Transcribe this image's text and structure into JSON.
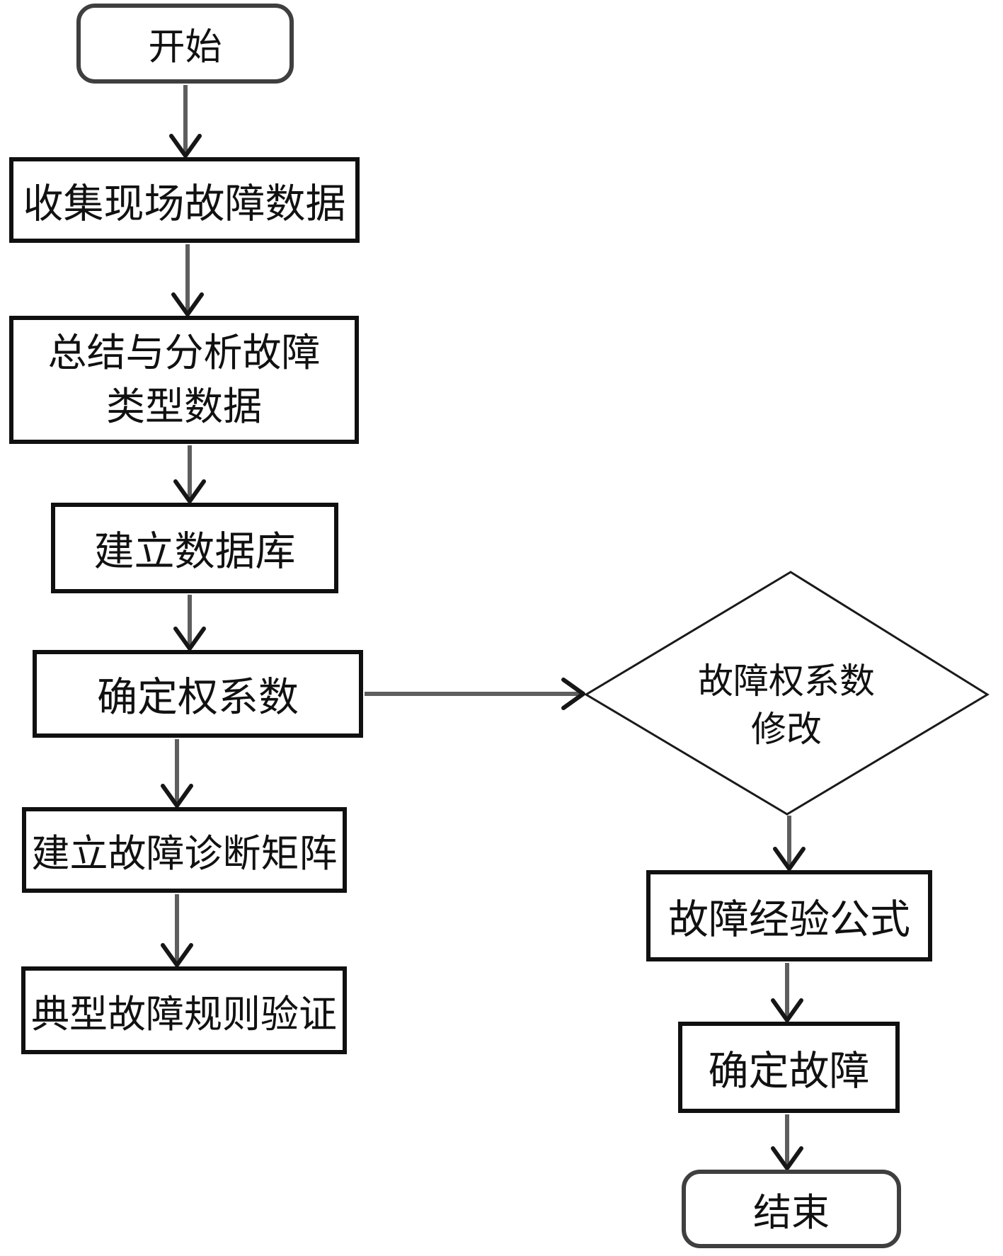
{
  "colors": {
    "bg": "#ffffff",
    "text": "#111111",
    "box-border": "#101010",
    "terminator-border": "#3f3f3f",
    "diamond-border": "#1a1a1a",
    "arrow-shaft": "#5e5e5e",
    "arrow-head": "#161616"
  },
  "nodes": {
    "start": {
      "label": "开始",
      "type": "terminator"
    },
    "collect": {
      "label": "收集现场故障数据",
      "type": "process"
    },
    "summarize": {
      "line1": "总结与分析故障",
      "line2": "类型数据",
      "type": "process"
    },
    "database": {
      "label": "建立数据库",
      "type": "process"
    },
    "weights": {
      "label": "确定权系数",
      "type": "process"
    },
    "matrix": {
      "label": "建立故障诊断矩阵",
      "type": "process"
    },
    "verify": {
      "label": "典型故障规则验证",
      "type": "process"
    },
    "decision": {
      "line1": "故障权系数",
      "line2": "修改",
      "type": "decision"
    },
    "formula": {
      "label": "故障经验公式",
      "type": "process"
    },
    "determine": {
      "label": "确定故障",
      "type": "process"
    },
    "end": {
      "label": "结束",
      "type": "terminator"
    }
  },
  "edges": [
    {
      "from": "start",
      "to": "collect",
      "direction": "down"
    },
    {
      "from": "collect",
      "to": "summarize",
      "direction": "down"
    },
    {
      "from": "summarize",
      "to": "database",
      "direction": "down"
    },
    {
      "from": "database",
      "to": "weights",
      "direction": "down"
    },
    {
      "from": "weights",
      "to": "matrix",
      "direction": "down"
    },
    {
      "from": "matrix",
      "to": "verify",
      "direction": "down"
    },
    {
      "from": "weights",
      "to": "decision",
      "direction": "right"
    },
    {
      "from": "decision",
      "to": "formula",
      "direction": "down"
    },
    {
      "from": "formula",
      "to": "determine",
      "direction": "down"
    },
    {
      "from": "determine",
      "to": "end",
      "direction": "down"
    }
  ]
}
